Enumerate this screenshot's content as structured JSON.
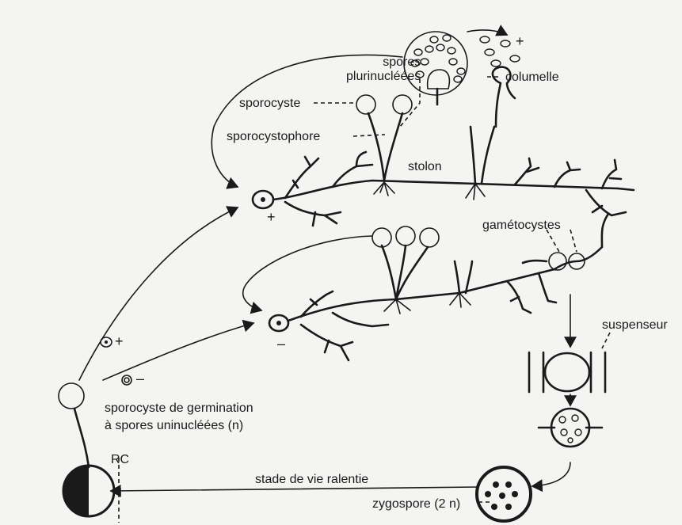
{
  "labels": {
    "spores_plurinucleees": [
      "spores",
      "plurinucléées"
    ],
    "columelle": "columelle",
    "sporocyste": "sporocyste",
    "sporocystophore": "sporocystophore",
    "stolon": "stolon",
    "gametocystes": "gamétocystes",
    "suspenseur": "suspenseur",
    "sporocyste_germination": [
      "sporocyste de germination",
      "à spores uninucléées (n)"
    ],
    "rc": "RC",
    "stade_vie_ralentie": "stade de vie ralentie",
    "zygospore": "zygospore (2 n)"
  },
  "signs": {
    "plus": "+",
    "minus": "–"
  }
}
